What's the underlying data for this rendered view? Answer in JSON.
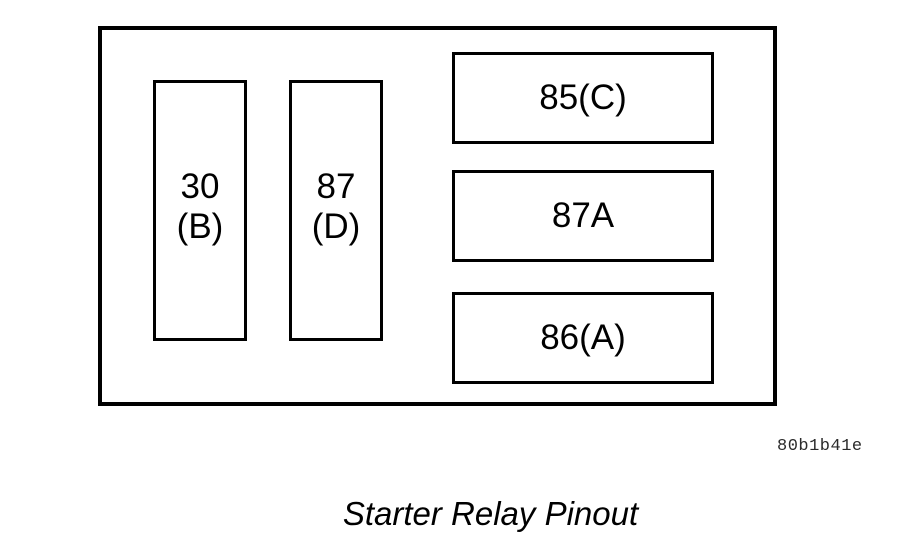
{
  "figure": {
    "caption": "Starter Relay Pinout",
    "watermark": "80b1b41e",
    "background_color": "#ffffff",
    "line_color": "#000000"
  },
  "relay": {
    "name": "Starter Relay",
    "terminals": [
      {
        "id": "30b",
        "orientation": "vertical",
        "label": "30\n(B)",
        "number": "30",
        "letter": "B"
      },
      {
        "id": "87d",
        "orientation": "vertical",
        "label": "87\n(D)",
        "number": "87",
        "letter": "D"
      },
      {
        "id": "85c",
        "orientation": "horizontal",
        "label": "85(C)",
        "number": "85",
        "letter": "C"
      },
      {
        "id": "87a",
        "orientation": "horizontal",
        "label": "87A",
        "number": "87A",
        "letter": ""
      },
      {
        "id": "86a",
        "orientation": "horizontal",
        "label": "86(A)",
        "number": "86",
        "letter": "A"
      }
    ]
  }
}
